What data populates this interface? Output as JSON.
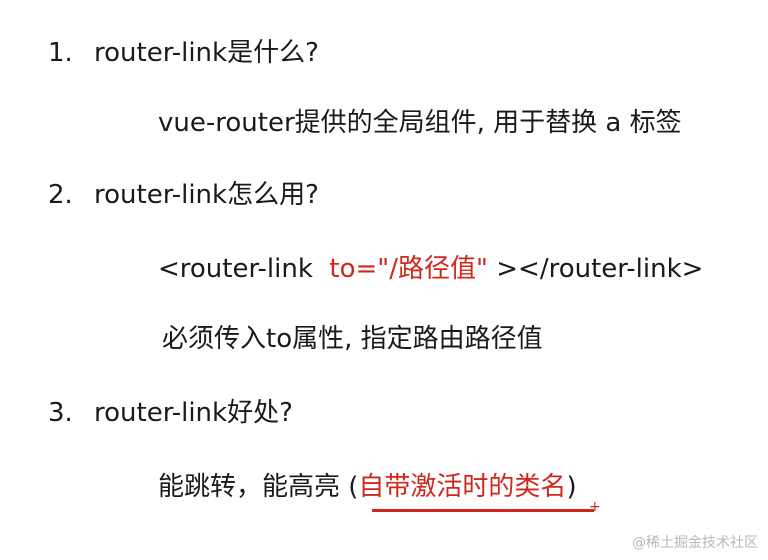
{
  "items": [
    {
      "number": "1.",
      "question": "router-link是什么?",
      "answer": "vue-router提供的全局组件, 用于替换 a 标签"
    },
    {
      "number": "2.",
      "question": "router-link怎么用?",
      "code_open": "<router-link",
      "code_attr": "to=\"/路径值\"",
      "code_close": "></router-link>",
      "note": "必须传入to属性, 指定路由路径值"
    },
    {
      "number": "3.",
      "question": "router-link好处?",
      "answer_prefix": "能跳转，能高亮 (",
      "answer_highlight": "自带激活时的类名",
      "answer_suffix": ")"
    }
  ],
  "annotation_mark": "+",
  "watermark": "@稀土掘金技术社区",
  "colors": {
    "text": "#1a1a1a",
    "highlight": "#d0281e",
    "watermark": "#b8b8b8"
  }
}
